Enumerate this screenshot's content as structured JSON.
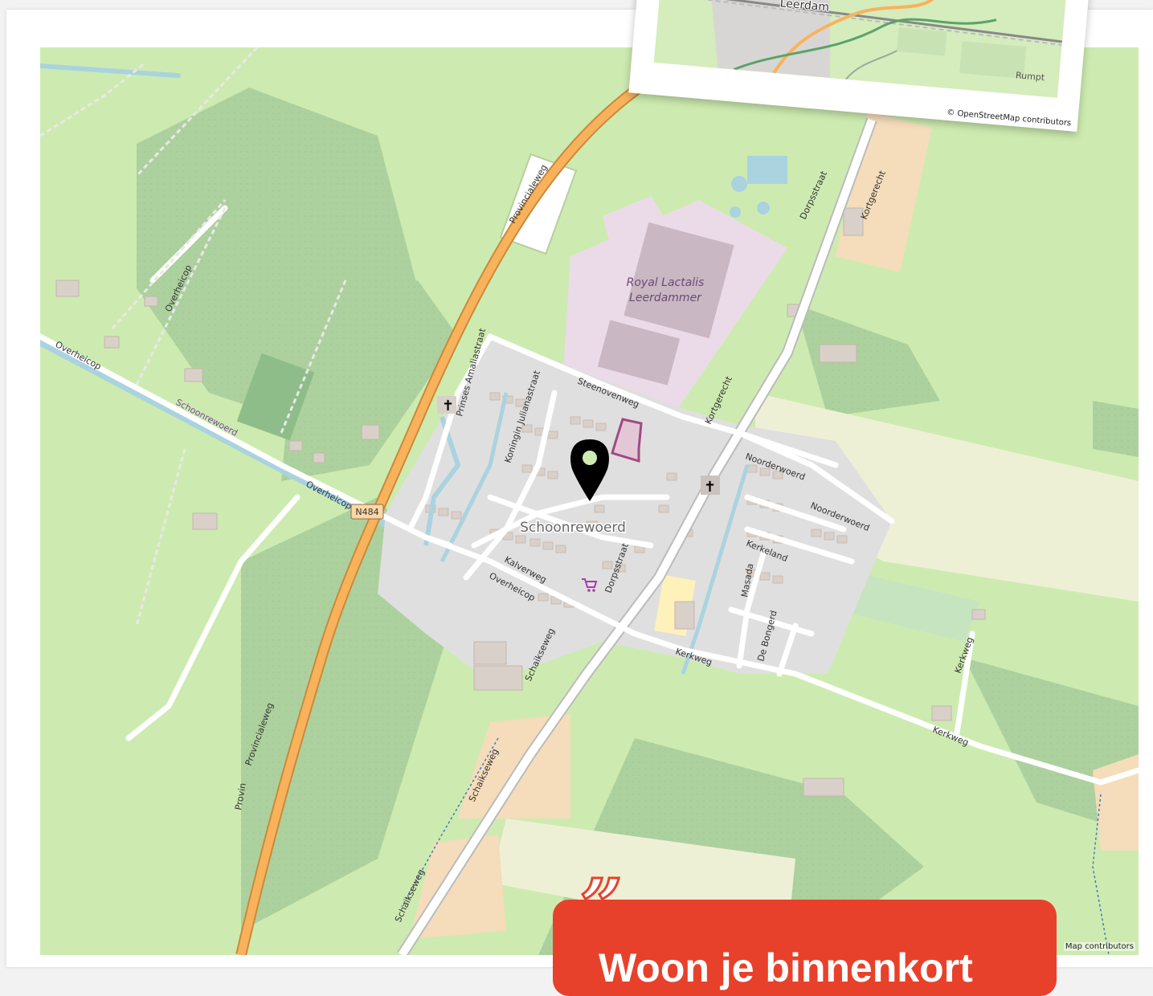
{
  "map": {
    "village_label": "Schoonrewoerd",
    "factory_label_line1": "Royal Lactalis",
    "factory_label_line2": "Leerdammer",
    "road_shield": "N484",
    "attribution": "Map contributors",
    "streets": {
      "provincialeweg_1": "Provincialeweg",
      "provincialeweg_2": "Provincialeweg",
      "provincialeweg_3": "Provin",
      "overheicop_1": "Overheicop",
      "overheicop_2": "Overheicop",
      "overheicop_3": "Overheicop",
      "overheicop_4": "Overheicop",
      "schoonrewoerd_water": "Schoonrewoerd",
      "prinses": "Prinses Amaliastraat",
      "koningin": "Koningin Julianastraat",
      "steenovenweg": "Steenovenweg",
      "dorpsstraat_1": "Dorpsstraat",
      "dorpsstraat_2": "Dorpsstraat",
      "kortgerecht_1": "Kortgerecht",
      "kortgerecht_2": "Kortgerecht",
      "noorderwoerd_1": "Noorderwoerd",
      "noorderwoerd_2": "Noorderwoerd",
      "kerkeland": "Kerkeland",
      "masada": "Masada",
      "de_bongerd": "De Bongerd",
      "kalverweg": "Kalverweg",
      "kerkweg_1": "Kerkweg",
      "kerkweg_2": "Kerkweg",
      "kerkweg_3": "Kerkweg",
      "schaikseweg_1": "Schaikseweg",
      "schaikseweg_2": "Schaikseweg",
      "schaikseweg_3": "Schaikseweg"
    },
    "marker": {
      "icon": "map-pin-icon"
    },
    "icons": [
      "church-icon",
      "church-icon",
      "shop-icon"
    ]
  },
  "inset_map": {
    "town_label": "Leerdam",
    "place_label": "Rumpt",
    "attribution": "© OpenStreetMap contributors"
  },
  "quote_card": {
    "quote_mark": "”",
    "title": "Woon je binnenkort"
  },
  "colors": {
    "accent": "#e8412b",
    "meadow": "#cdebb0",
    "residential": "#e0dfdf",
    "industrial": "#ebdbe8",
    "water": "#aad3df",
    "trunk_road": "#f9b25c"
  }
}
